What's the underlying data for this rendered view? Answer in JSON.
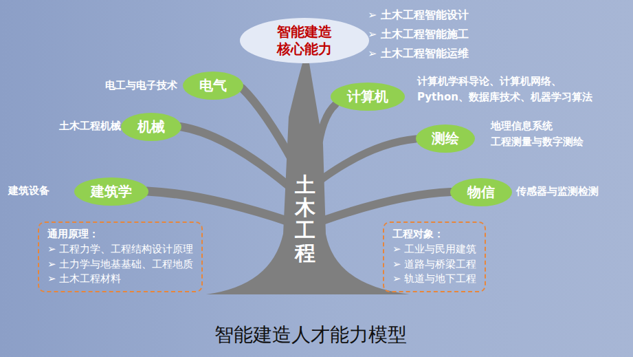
{
  "diagram": {
    "caption": "智能建造人才能力模型",
    "nodes": [
      {
        "text": [
          "智能建造 核心能力"
        ]
      },
      {
        "text": [
          "电气"
        ]
      },
      {
        "text": [
          "计算机"
        ]
      },
      {
        "text": [
          "机械"
        ]
      },
      {
        "text": [
          "测绘"
        ]
      },
      {
        "text": [
          "建筑学"
        ]
      },
      {
        "text": [
          "物信"
        ]
      },
      {
        "text": [
          "土木工程"
        ]
      },
      {
        "text": [
          "通用原理：",
          "➢ 工程力学、工程结构设计原理",
          "➢ 土力学与地基基础、工程地质",
          "➢ 土木工程材料"
        ]
      },
      {
        "text": [
          "工程对象：",
          "➢ 工业与民用建筑",
          "➢ 道路与桥梁工程",
          "➢ 轨道与地下工程"
        ]
      }
    ],
    "labels": [
      "➢ 土木工程智能设计",
      "➢ 土木工程智能施工",
      "➢ 土木工程智能运维",
      "电工与电子技术",
      "计算机学科导论、计算机网络、 Python、数据库技术、机器学习算法",
      "土木工程机械",
      "地理信息系统 工程测量与数字测绘",
      "建筑设备",
      "传感器与监测检测"
    ]
  }
}
